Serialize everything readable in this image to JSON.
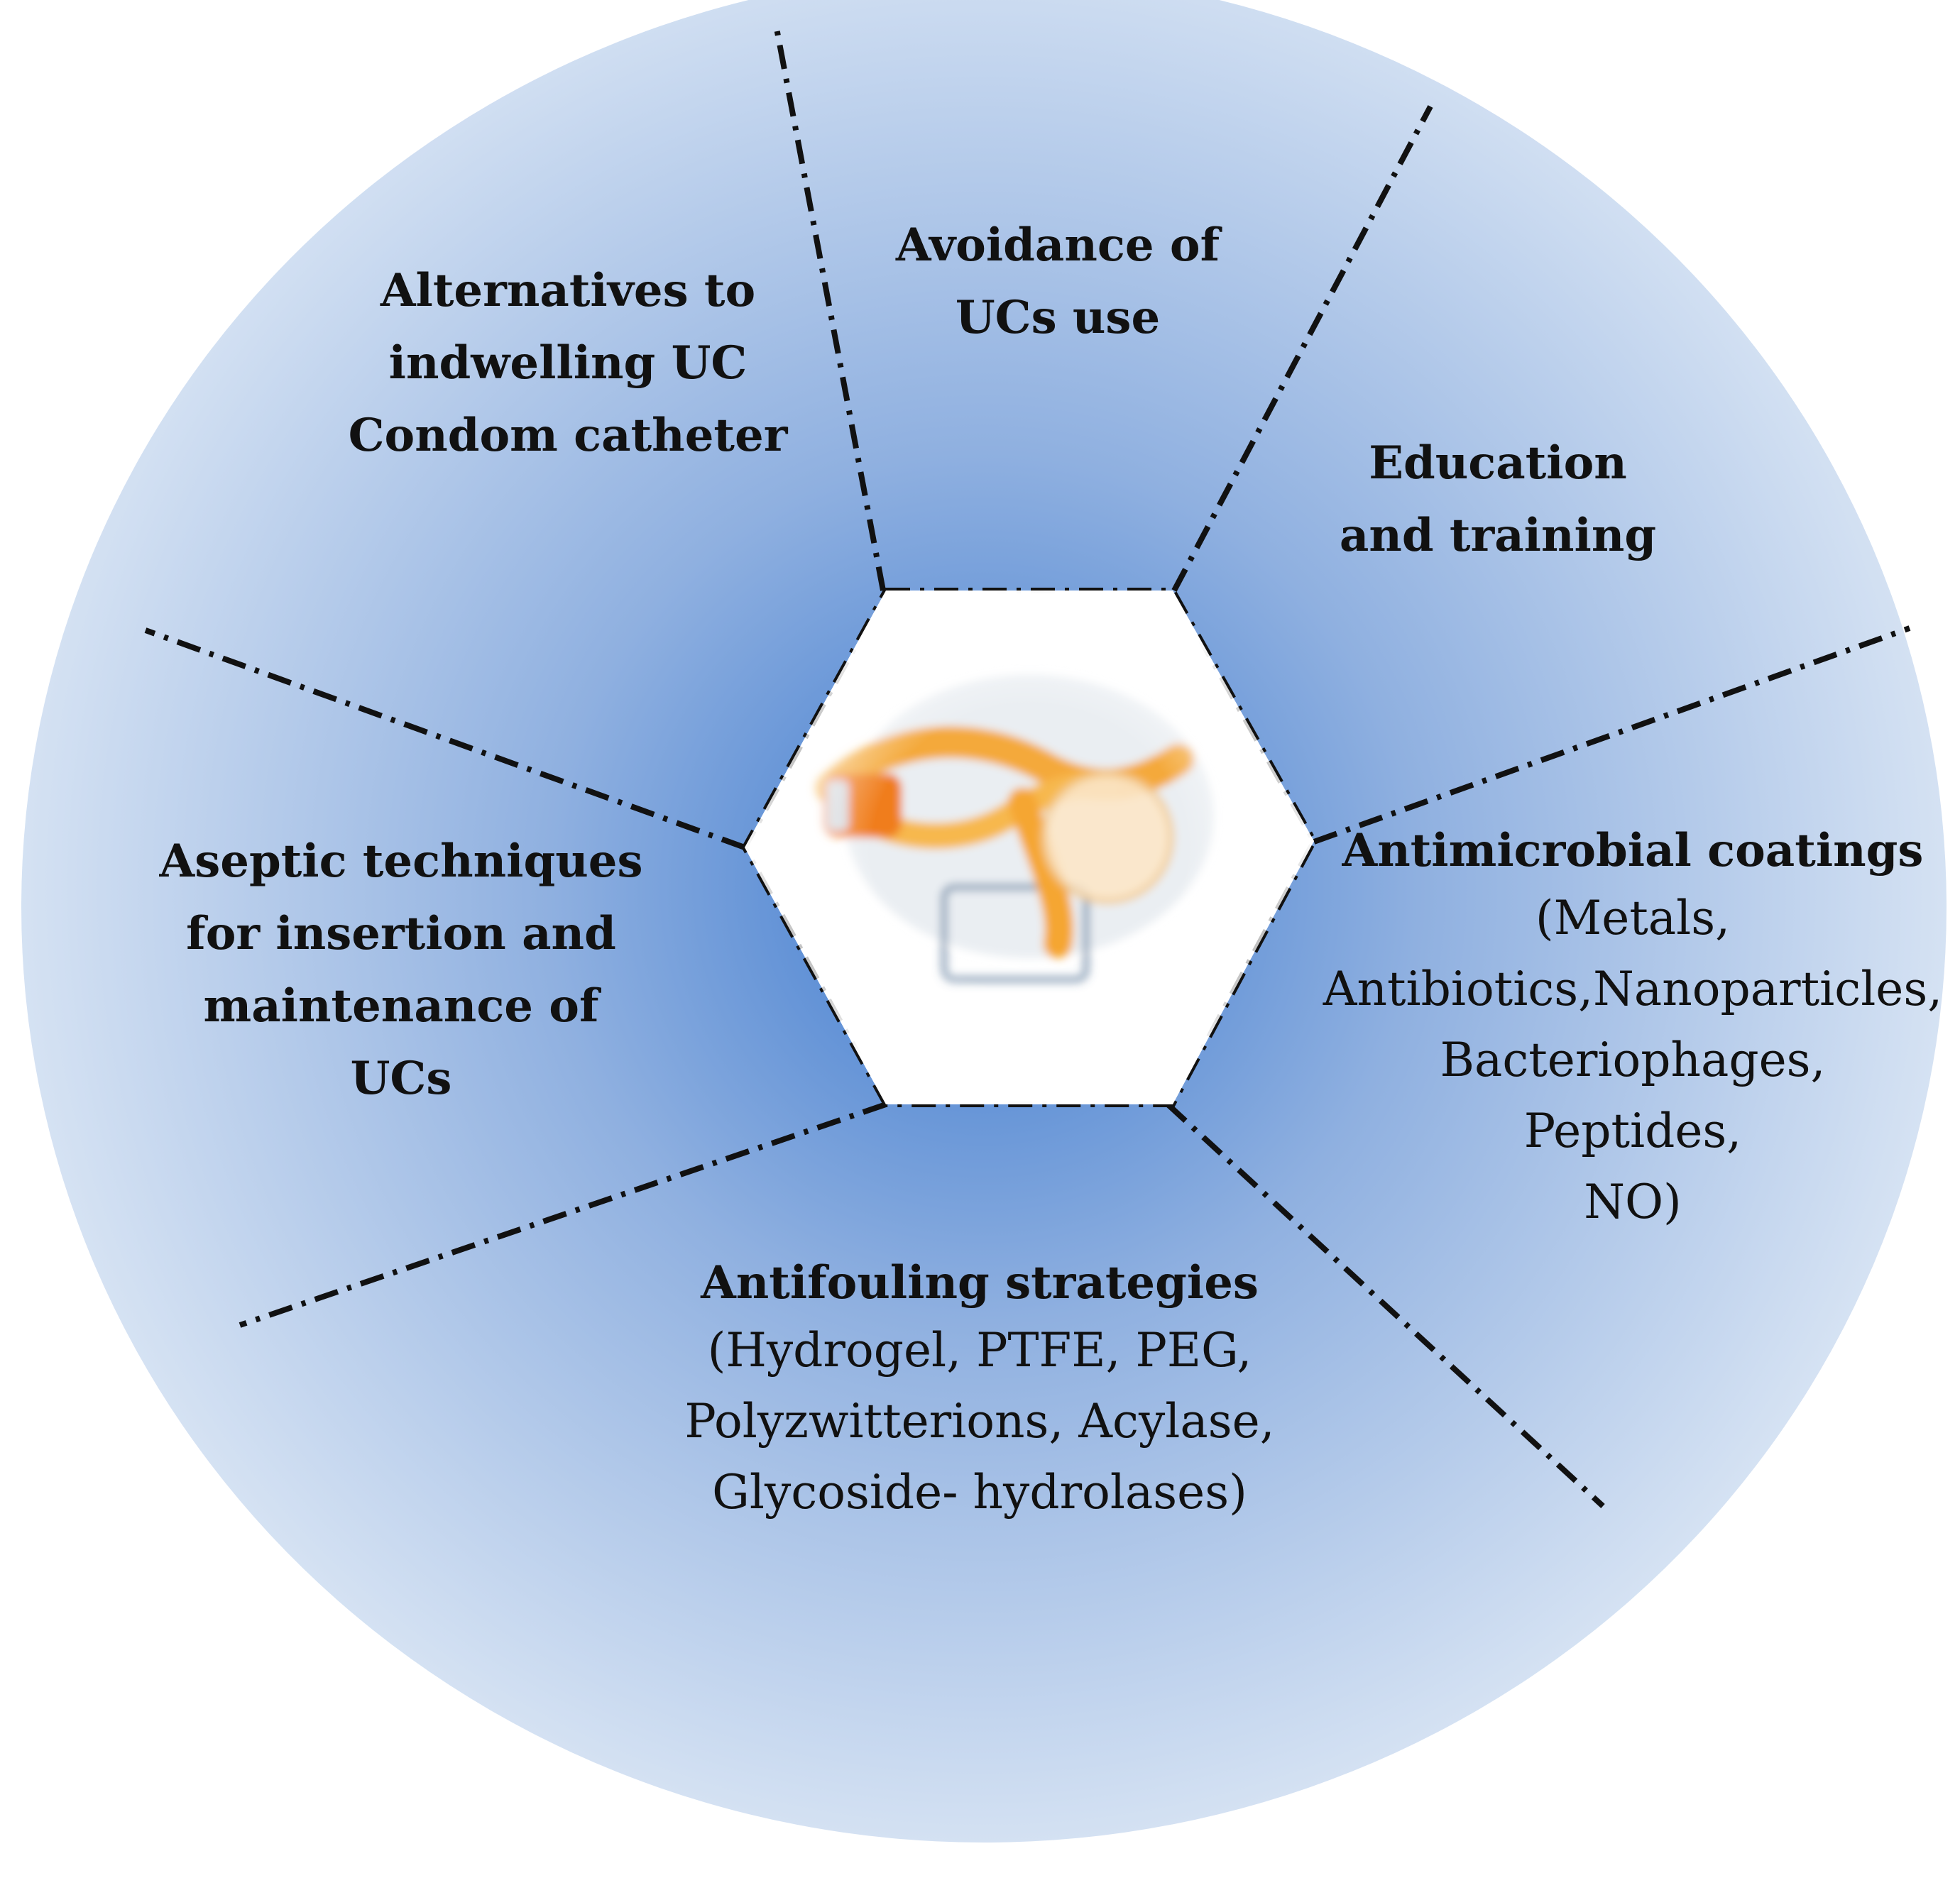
{
  "colors": {
    "circle_center": "#3f7bcf",
    "circle_edge": "#d5e2f3",
    "divider": "#111111",
    "hexagon_fill": "#ffffff",
    "catheter_orange": "#f4a93a"
  },
  "center_image": {
    "icon": "urinary-catheter-image"
  },
  "sectors": [
    {
      "key": "alternatives",
      "heading": [
        "Alternatives to",
        "indwelling UC",
        "Condom catheter"
      ],
      "details": []
    },
    {
      "key": "avoidance",
      "heading": [
        "Avoidance of",
        "UCs use"
      ],
      "details": []
    },
    {
      "key": "education",
      "heading": [
        "Education",
        "and training"
      ],
      "details": []
    },
    {
      "key": "antimicrobial",
      "heading": [
        "Antimicrobial coatings"
      ],
      "details": [
        "(Metals,",
        "Antibiotics,Nanoparticles,",
        "Bacteriophages,",
        "Peptides,",
        "NO)"
      ]
    },
    {
      "key": "antifouling",
      "heading": [
        "Antifouling strategies"
      ],
      "details": [
        "(Hydrogel, PTFE, PEG,",
        "Polyzwitterions, Acylase,",
        "Glycoside- hydrolases)"
      ]
    },
    {
      "key": "aseptic",
      "heading": [
        "Aseptic techniques",
        "for insertion and",
        "maintenance of",
        "UCs"
      ],
      "details": []
    }
  ]
}
